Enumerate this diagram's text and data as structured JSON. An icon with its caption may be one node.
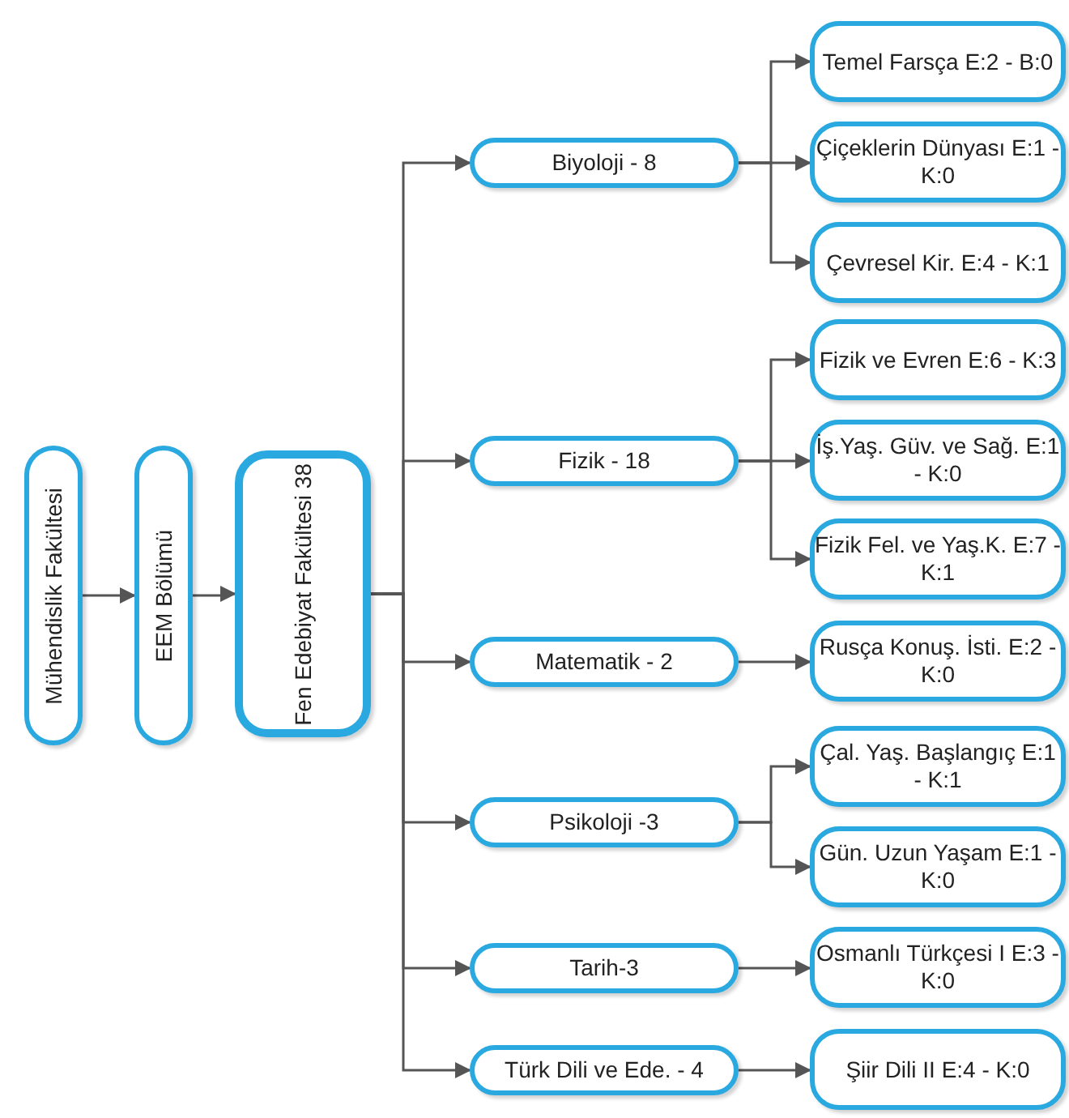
{
  "diagram": {
    "nodes": [
      {
        "text": [
          "Mühendislik Fakültesi"
        ]
      },
      {
        "text": [
          "EEM Bölümü"
        ]
      },
      {
        "text": [
          "Fen Edebiyat Fakültesi 38"
        ]
      },
      {
        "text": [
          "Biyoloji - 8"
        ]
      },
      {
        "text": [
          "Temel Farsça E:2 - B:0"
        ]
      },
      {
        "text": [
          "Çiçeklerin Dünyası E:1 - K:0"
        ]
      },
      {
        "text": [
          "Çevresel Kir. E:4 - K:1"
        ]
      },
      {
        "text": [
          "Fizik - 18"
        ]
      },
      {
        "text": [
          "Fizik ve Evren E:6 - K:3"
        ]
      },
      {
        "text": [
          "İş.Yaş. Güv. ve Sağ. E:1 - K:0"
        ]
      },
      {
        "text": [
          "Fizik Fel. ve Yaş.K. E:7 - K:1"
        ]
      },
      {
        "text": [
          "Matematik - 2"
        ]
      },
      {
        "text": [
          "Rusça Konuş. İsti. E:2 - K:0"
        ]
      },
      {
        "text": [
          "Psikoloji -3"
        ]
      },
      {
        "text": [
          "Çal. Yaş. Başlangıç E:1 - K:1"
        ]
      },
      {
        "text": [
          "Gün. Uzun Yaşam E:1 - K:0"
        ]
      },
      {
        "text": [
          "Tarih-3"
        ]
      },
      {
        "text": [
          "Osmanlı Türkçesi I E:3 - K:0"
        ]
      },
      {
        "text": [
          "Türk Dili ve Ede. - 4"
        ]
      },
      {
        "text": [
          "Şiir Dili II E:4 - K:0"
        ]
      }
    ],
    "edges": [
      {
        "from": 0,
        "to": 1,
        "arrow": "to"
      },
      {
        "from": 1,
        "to": 2,
        "arrow": "to"
      },
      {
        "from": 2,
        "to": 3,
        "arrow": "to"
      },
      {
        "from": 2,
        "to": 7,
        "arrow": "to"
      },
      {
        "from": 2,
        "to": 11,
        "arrow": "to"
      },
      {
        "from": 2,
        "to": 13,
        "arrow": "to"
      },
      {
        "from": 2,
        "to": 16,
        "arrow": "to"
      },
      {
        "from": 2,
        "to": 18,
        "arrow": "to"
      },
      {
        "from": 3,
        "to": 4,
        "arrow": "to"
      },
      {
        "from": 3,
        "to": 5,
        "arrow": "to"
      },
      {
        "from": 3,
        "to": 6,
        "arrow": "to"
      },
      {
        "from": 7,
        "to": 8,
        "arrow": "to"
      },
      {
        "from": 7,
        "to": 9,
        "arrow": "to"
      },
      {
        "from": 7,
        "to": 10,
        "arrow": "to"
      },
      {
        "from": 11,
        "to": 12,
        "arrow": "to"
      },
      {
        "from": 13,
        "to": 14,
        "arrow": "to"
      },
      {
        "from": 13,
        "to": 15,
        "arrow": "to"
      },
      {
        "from": 16,
        "to": 17,
        "arrow": "to"
      },
      {
        "from": 18,
        "to": 19,
        "arrow": "to"
      }
    ]
  }
}
